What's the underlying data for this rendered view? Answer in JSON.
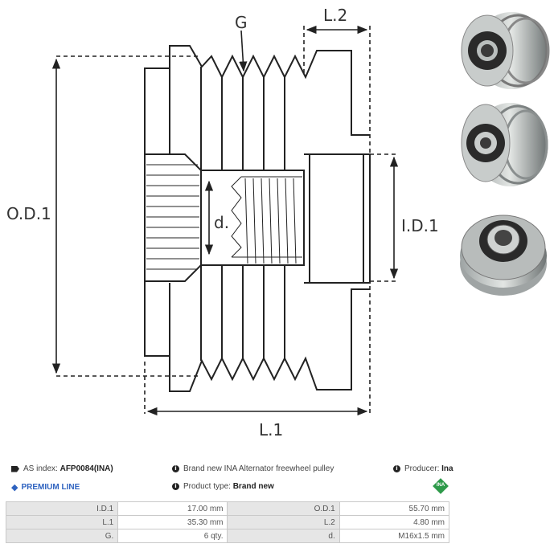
{
  "drawing": {
    "labels": {
      "g": "G",
      "l2": "L.2",
      "od1": "O.D.1",
      "d": "d.",
      "id1": "I.D.1",
      "l1": "L.1"
    }
  },
  "photos": [
    {
      "name": "pulley-photo-front",
      "icon": "pulley-front-photo"
    },
    {
      "name": "pulley-photo-angled",
      "icon": "pulley-angled-photo"
    },
    {
      "name": "pulley-photo-back",
      "icon": "pulley-back-photo"
    }
  ],
  "info": {
    "as_index_label": "AS index:",
    "as_index_value": "AFP0084(INA)",
    "description": "Brand new INA Alternator freewheel pulley",
    "producer_label": "Producer:",
    "producer_value": "Ina",
    "premium_line": "PREMIUM LINE",
    "product_type_label": "Product type:",
    "product_type_value": "Brand new",
    "producer_logo_text": "INA",
    "colors": {
      "premium": "#2f63c0",
      "ina_logo": "#2e9a4a"
    }
  },
  "specs": [
    {
      "k1": "I.D.1",
      "v1": "17.00 mm",
      "k2": "O.D.1",
      "v2": "55.70 mm"
    },
    {
      "k1": "L.1",
      "v1": "35.30 mm",
      "k2": "L.2",
      "v2": "4.80 mm"
    },
    {
      "k1": "G.",
      "v1": "6 qty.",
      "k2": "d.",
      "v2": "M16x1.5 mm"
    }
  ]
}
